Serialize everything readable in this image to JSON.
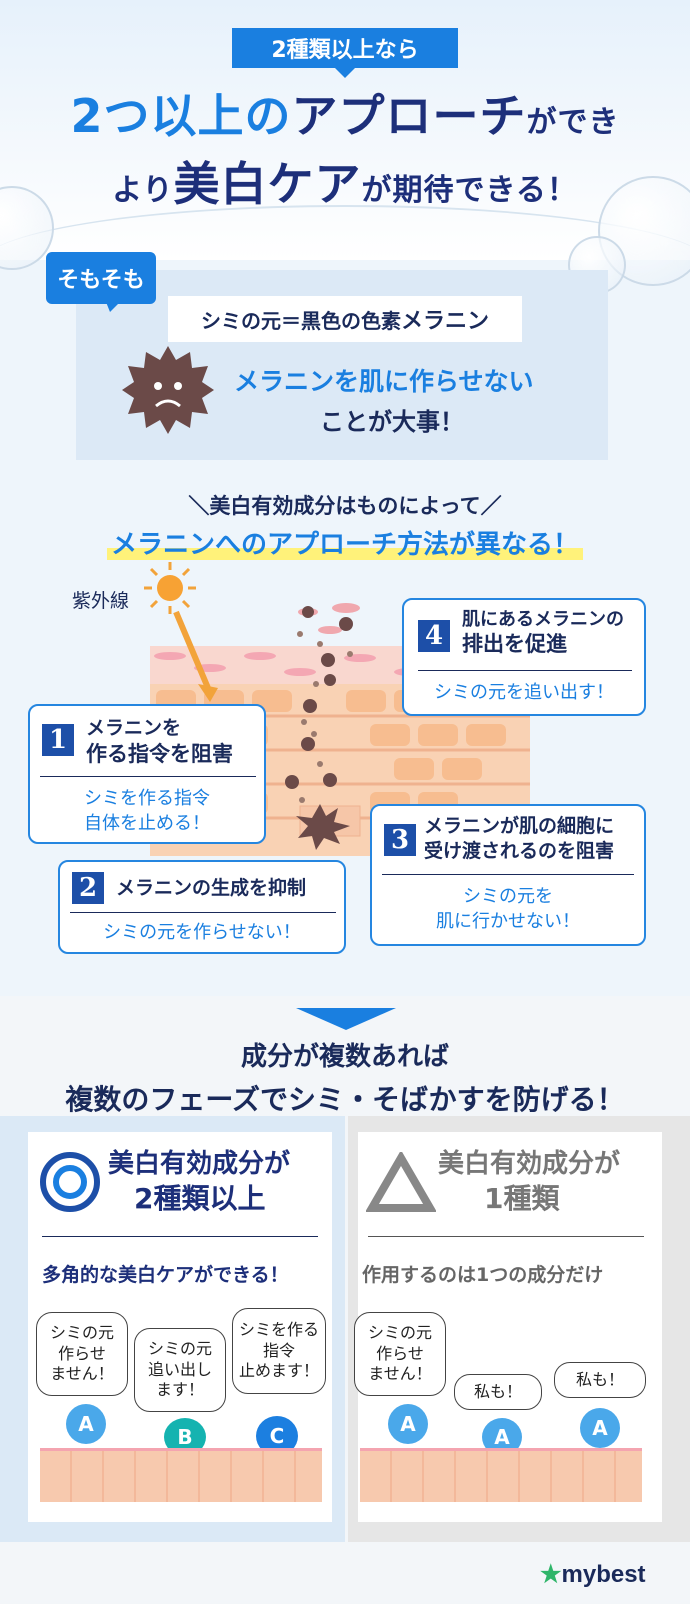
{
  "header": {
    "tag": "2種類以上なら",
    "title_line1_part1": "2つ以上の",
    "title_line1_part2": "アプローチ",
    "title_line1_part3": "ができ",
    "title_line2_part1": "より",
    "title_line2_part2": "美白ケア",
    "title_line2_part3": "が期待",
    "title_line2_part4": "できる！"
  },
  "note": {
    "tag": "そもそも",
    "pill_text": "シミの元＝黒色の色素",
    "pill_bold": "メラニン",
    "line1": "メラニンを肌に作らせない",
    "line2": "ことが大事！"
  },
  "middle": {
    "subtitle": "＼美白有効成分はものによって／",
    "title": "メラニンへのアプローチ方法が異なる！"
  },
  "diagram": {
    "uv_label": "紫外線",
    "cards": [
      {
        "num": "1",
        "head1": "メラニンを",
        "head2": "作る指令を阻害",
        "sub1": "シミを作る指令",
        "sub2": "自体を止める！"
      },
      {
        "num": "2",
        "head1": "メラニンの生成を抑制",
        "sub1": "シミの元を作らせない！"
      },
      {
        "num": "3",
        "head1": "メラニンが肌の細胞に",
        "head2": "受け渡されるのを阻害",
        "sub1": "シミの元を",
        "sub2": "肌に行かせない！"
      },
      {
        "num": "4",
        "head1": "肌にあるメラニンの",
        "head2": "排出を促進",
        "sub1": "シミの元を追い出す！"
      }
    ]
  },
  "section2": {
    "line1": "成分が複数あれば",
    "line2": "複数のフェーズでシミ・そばかすを防げる！"
  },
  "left_panel": {
    "title1": "美白有効成分が",
    "title2": "2種類以上",
    "desc": "多角的な美白ケアができる！",
    "bubbles": [
      {
        "l1": "シミの元",
        "l2": "作らせ",
        "l3": "ません！"
      },
      {
        "l1": "シミの元",
        "l2": "追い出し",
        "l3": "ます！"
      },
      {
        "l1": "シミを作る",
        "l2": "指令",
        "l3": "止めます！"
      }
    ],
    "balls": [
      "A",
      "B",
      "C"
    ]
  },
  "right_panel": {
    "title1": "美白有効成分が",
    "title2": "1種類",
    "desc": "作用するのは1つの成分だけ",
    "bubbles": [
      {
        "l1": "シミの元",
        "l2": "作らせ",
        "l3": "ません！"
      },
      {
        "l1": "私も！"
      },
      {
        "l1": "私も！"
      }
    ],
    "balls": [
      "A",
      "A",
      "A"
    ]
  },
  "brand": {
    "star": "★",
    "name": "mybest"
  },
  "colors": {
    "accent": "#1a7fe0",
    "navy": "#1d2f7a",
    "highlight": "#fff27a",
    "ball_b": "#15b3b0",
    "ball_c": "#1c7fe0",
    "ball_a": "#4aa8ea"
  }
}
